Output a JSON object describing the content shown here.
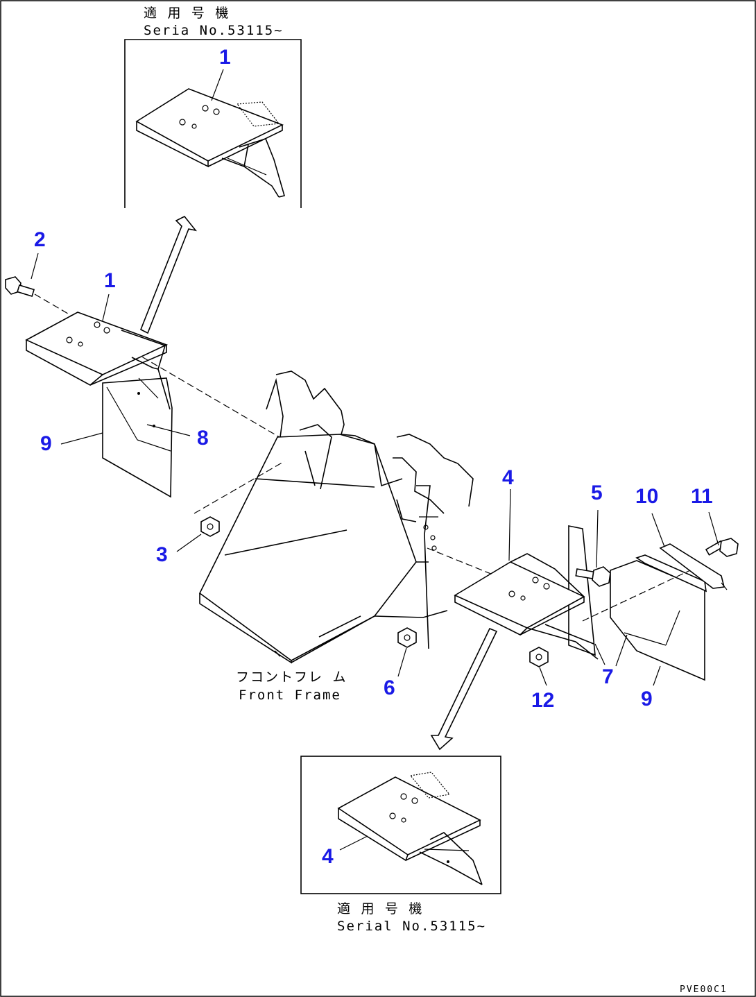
{
  "colors": {
    "callout": "#1a1ae6",
    "line": "#000000",
    "background": "#ffffff"
  },
  "notes": {
    "top_jp": "適 用 号 機",
    "top_en": "Seria  No.53115~",
    "bottom_jp": "適 用 号 機",
    "bottom_en": "Serial No.53115~",
    "frame_jp": "フコントフレ ム",
    "frame_en": "Front Frame"
  },
  "callouts": {
    "c1_inset": "1",
    "c1": "1",
    "c2": "2",
    "c3": "3",
    "c4": "4",
    "c4_inset": "4",
    "c5": "5",
    "c6": "6",
    "c7": "7",
    "c8": "8",
    "c9_left": "9",
    "c9_right": "9",
    "c10": "10",
    "c11": "11",
    "c12": "12"
  },
  "drawing_code": "PVE00C1"
}
